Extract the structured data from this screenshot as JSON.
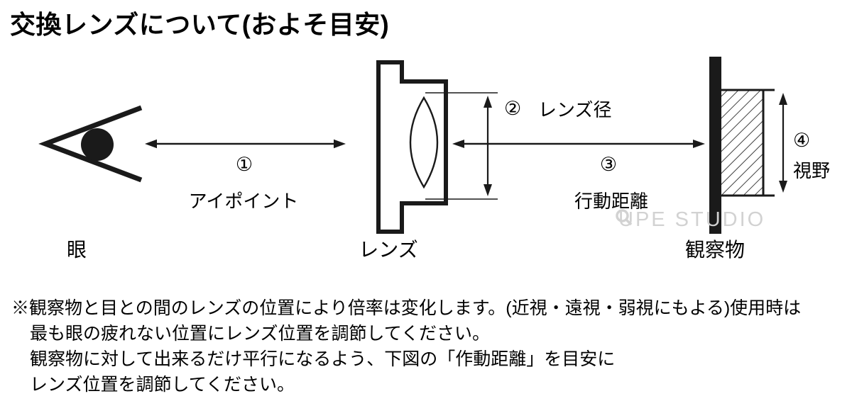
{
  "title": "交換レンズについて(およそ目安)",
  "diagram": {
    "eye_label": "眼",
    "lens_label": "レンズ",
    "object_label": "観察物",
    "marker1": "①",
    "marker1_label": "アイポイント",
    "marker2": "②",
    "marker2_label": "レンズ径",
    "marker3": "③",
    "marker3_label": "行動距離",
    "marker4": "④",
    "marker4_label": "視野"
  },
  "watermark": {
    "text": "UPE STUDIO",
    "icon": "loupe-icon",
    "color": "#d2d2d2"
  },
  "notes": {
    "line1": "※観察物と目との間のレンズの位置により倍率は変化します。(近視・遠視・弱視にもよる)使用時は",
    "line2": "最も眼の疲れない位置にレンズ位置を調節してください。",
    "line3": "観察物に対して出来るだけ平行になるよう、下図の「作動距離」を目安に",
    "line4": "レンズ位置を調節してください。"
  },
  "colors": {
    "stroke": "#1a1a1a",
    "text": "#000000",
    "watermark": "#d2d2d2"
  }
}
